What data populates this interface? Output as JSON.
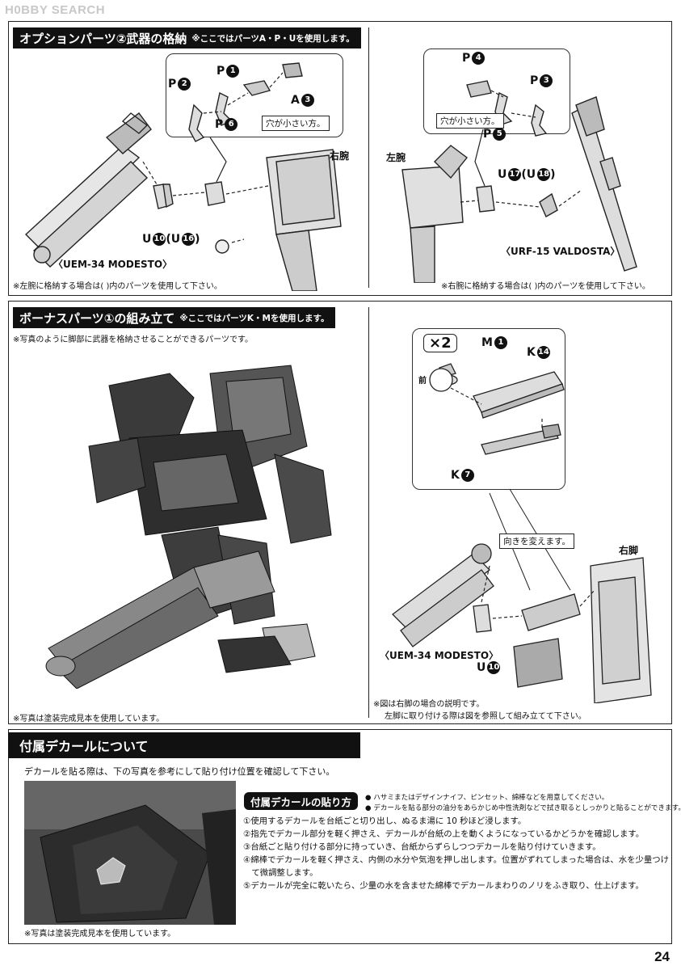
{
  "watermark": "H0BBY SEARCH",
  "section1": {
    "title": "オプションパーツ②武器の格納",
    "subtitle": "※ここではパーツA・P・Uを使用します。",
    "left": {
      "parts": [
        {
          "letter": "P",
          "num": "1"
        },
        {
          "letter": "P",
          "num": "2"
        },
        {
          "letter": "A",
          "num": "3"
        },
        {
          "letter": "P",
          "num": "6"
        }
      ],
      "callout": "穴が小さい方。",
      "arm_label": "右腕",
      "u_label": {
        "letter": "U",
        "num": "10",
        "alt": "16"
      },
      "weapon": "〈UEM-34 MODESTO〉",
      "note": "※左腕に格納する場合は( )内のパーツを使用して下さい。"
    },
    "right": {
      "parts": [
        {
          "letter": "P",
          "num": "4"
        },
        {
          "letter": "P",
          "num": "3"
        },
        {
          "letter": "P",
          "num": "5"
        }
      ],
      "callout": "穴が小さい方。",
      "arm_label": "左腕",
      "u_label": {
        "letter": "U",
        "num": "17",
        "alt": "18"
      },
      "weapon": "〈URF-15 VALDOSTA〉",
      "note": "※右腕に格納する場合は( )内のパーツを使用して下さい。"
    }
  },
  "section2": {
    "title": "ボーナスパーツ①の組み立て",
    "subtitle": "※ここではパーツK・Mを使用します。",
    "desc": "※写真のように脚部に武器を格納させることができるパーツです。",
    "photo_note": "※写真は塗装完成見本を使用しています。",
    "inset": {
      "multiplier": "×2",
      "front_label": "前",
      "parts": [
        {
          "letter": "M",
          "num": "1"
        },
        {
          "letter": "K",
          "num": "14"
        },
        {
          "letter": "K",
          "num": "7"
        }
      ]
    },
    "callout": "向きを変えます。",
    "leg_label": "右脚",
    "weapon": "〈UEM-34 MODESTO〉",
    "u_label": {
      "letter": "U",
      "num": "10"
    },
    "note_lines": [
      "※図は右脚の場合の説明です。",
      "左脚に取り付ける際は図を参照して組み立てて下さい。"
    ]
  },
  "section3": {
    "title": "付属デカールについて",
    "desc": "デカールを貼る際は、下の写真を参考にして貼り付け位置を確認して下さい。",
    "photo_note": "※写真は塗装完成見本を使用しています。",
    "howto_title": "付属デカールの貼り方",
    "bullets": [
      "● ハサミまたはデザインナイフ、ピンセット、綿棒などを用意してください。",
      "● デカールを貼る部分の油分をあらかじめ中性洗剤などで拭き取るとしっかりと貼ることができます。"
    ],
    "steps": [
      "①使用するデカールを台紙ごと切り出し、ぬるま湯に 10 秒ほど浸します。",
      "②指先でデカール部分を軽く押さえ、デカールが台紙の上を動くようになっているかどうかを確認します。",
      "③台紙ごと貼り付ける部分に持っていき、台紙からずらしつつデカールを貼り付けていきます。",
      "④綿棒でデカールを軽く押さえ、内側の水分や気泡を押し出します。位置がずれてしまった場合は、水を少量つけ",
      "　て微調整します。",
      "⑤デカールが完全に乾いたら、少量の水を含ませた綿棒でデカールまわりのノリをふき取り、仕上げます。"
    ]
  },
  "page_number": "24"
}
